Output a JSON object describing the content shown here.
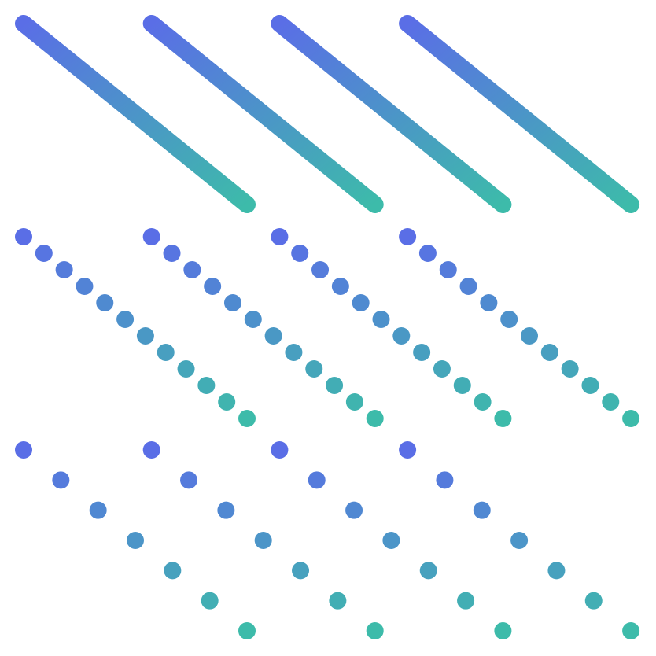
{
  "colors": {
    "start": "#5a6ee6",
    "end": "#3dbbaa",
    "background": "#ffffff"
  },
  "pattern": {
    "columns": 4,
    "solid_lines_per_row": 1,
    "dense_dots_per_line": 12,
    "sparse_dots_per_line": 7
  }
}
